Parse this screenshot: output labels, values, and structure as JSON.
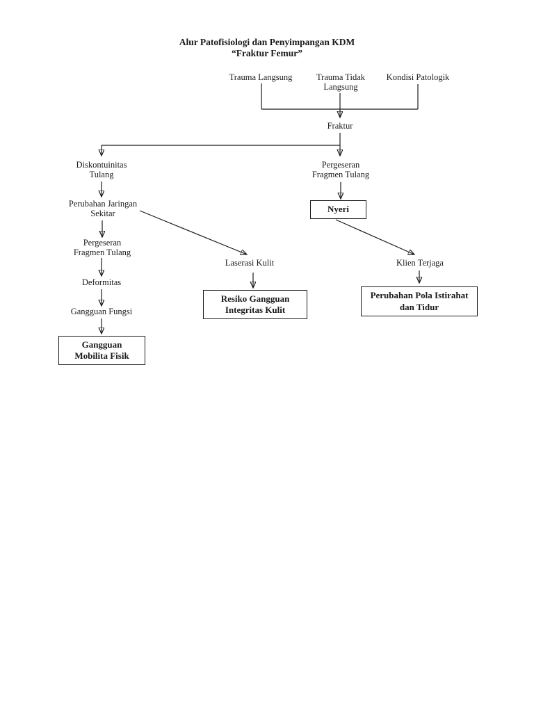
{
  "title": {
    "lines": [
      "Alur Patofisiologi dan Penyimpangan KDM",
      "“Fraktur Femur”"
    ]
  },
  "nodes": {
    "trauma_langsung": "Trauma Langsung",
    "trauma_tidak_langsung": [
      "Trauma Tidak",
      "Langsung"
    ],
    "kondisi_patologik": "Kondisi Patologik",
    "fraktur": "Fraktur",
    "diskontuinitas_tulang": [
      "Diskontuinitas",
      "Tulang"
    ],
    "pergeseran_fragmen_tulang_right": [
      "Pergeseran",
      "Fragmen Tulang"
    ],
    "perubahan_jaringan_sekitar": [
      "Perubahan Jaringan",
      "Sekitar"
    ],
    "pergeseran_fragmen_tulang_left": [
      "Pergeseran",
      "Fragmen Tulang"
    ],
    "deformitas": "Deformitas",
    "gangguan_fungsi": "Gangguan Fungsi",
    "laserasi_kulit": "Laserasi Kulit",
    "klien_terjaga": "Klien Terjaga"
  },
  "outcome_boxes": {
    "gangguan_mobilita_fisik": [
      "Gangguan",
      "Mobilita Fisik"
    ],
    "nyeri": "Nyeri",
    "resiko_gangguan_integritas_kulit": [
      "Resiko Gangguan",
      "Integritas Kulit"
    ],
    "perubahan_pola_istirahat_dan_tidur": [
      "Perubahan Pola Istirahat",
      "dan Tidur"
    ]
  },
  "colors": {
    "text": "#1a1a1a",
    "line": "#1a1a1a",
    "background": "#ffffff"
  }
}
